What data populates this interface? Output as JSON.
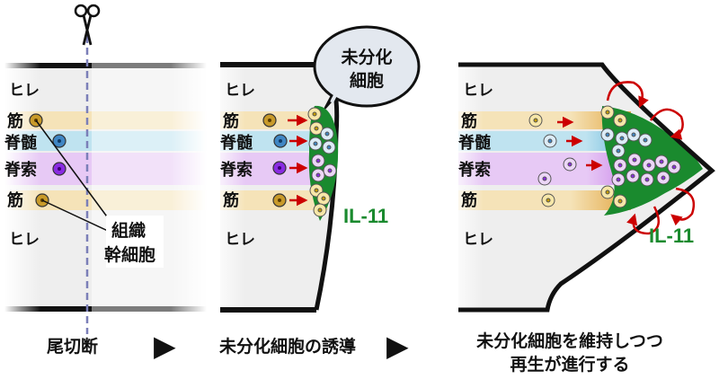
{
  "panels": [
    {
      "labels": {
        "fin_top": "ヒレ",
        "muscle_top": "筋",
        "spinal_cord": "脊髄",
        "notochord": "脊索",
        "muscle_bottom": "筋",
        "fin_bottom": "ヒレ"
      },
      "callout": "組織\n幹細胞",
      "callout_line1": "組織",
      "callout_line2": "幹細胞",
      "step_caption": "尾切断"
    },
    {
      "labels": {
        "fin_top": "ヒレ",
        "muscle_top": "筋",
        "spinal_cord": "脊髄",
        "notochord": "脊索",
        "muscle_bottom": "筋",
        "fin_bottom": "ヒレ"
      },
      "bubble_line1": "未分化",
      "bubble_line2": "細胞",
      "signal": "IL-11",
      "step_caption": "未分化細胞の誘導"
    },
    {
      "labels": {
        "fin_top": "ヒレ",
        "muscle_top": "筋",
        "spinal_cord": "脊髄",
        "notochord": "脊索",
        "muscle_bottom": "筋",
        "fin_bottom": "ヒレ"
      },
      "signal": "IL-11",
      "step_caption_line1": "未分化細胞を維持しつつ",
      "step_caption_line2": "再生が進行する"
    }
  ],
  "arrows": [
    "▶",
    "▶"
  ],
  "colors": {
    "muscle": "#f5e3b8",
    "spinal_cord": "#bfe3f0",
    "notochord": "#e7c9f5",
    "fin": "#eeeeee",
    "blastema": "#1a8a2e",
    "signal_text": "#1a8a2e",
    "arrow_red": "#cc0000",
    "dashed_cut": "#7b7fb8"
  },
  "icons": [
    "scissors-icon"
  ]
}
